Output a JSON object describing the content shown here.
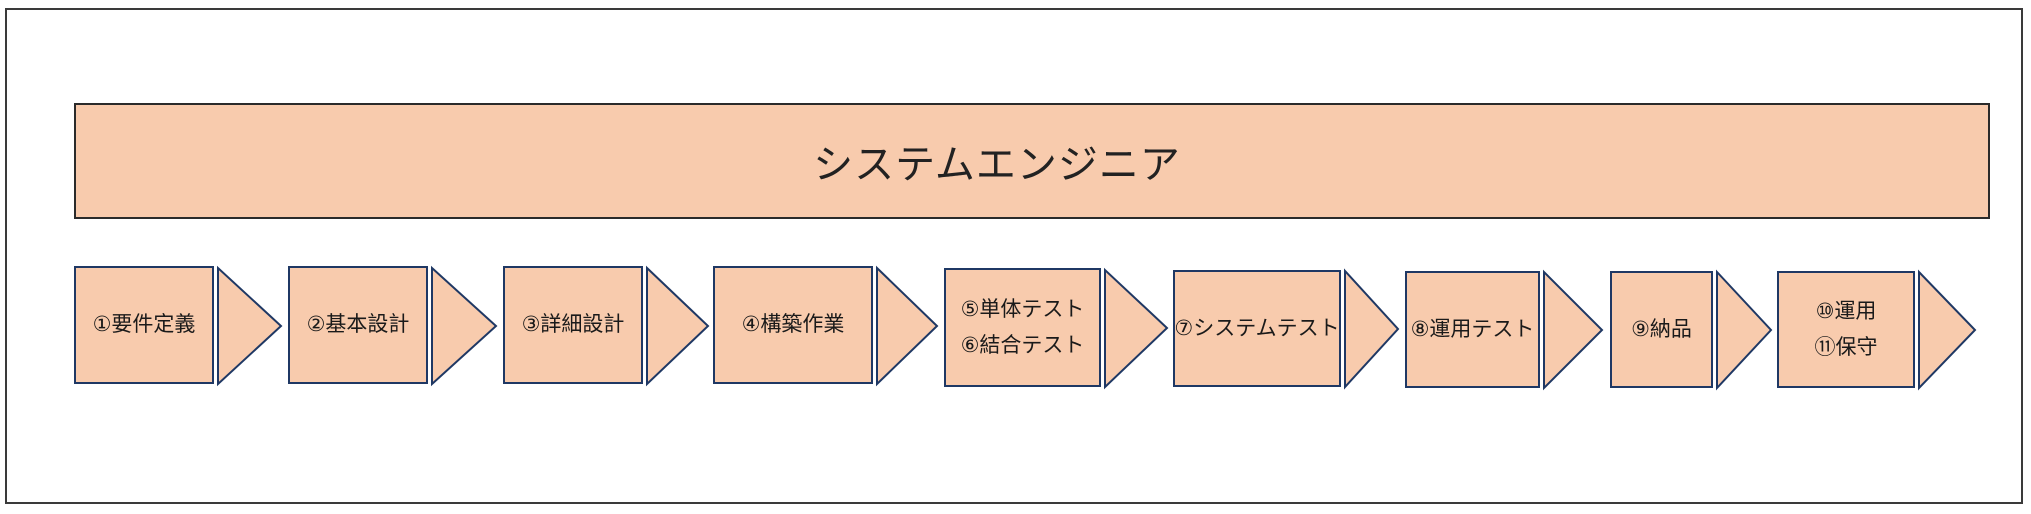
{
  "title": "システムエンジニア",
  "steps": [
    {
      "lines": [
        "①要件定義"
      ]
    },
    {
      "lines": [
        "②基本設計"
      ]
    },
    {
      "lines": [
        "③詳細設計"
      ]
    },
    {
      "lines": [
        "④構築作業"
      ]
    },
    {
      "lines": [
        "⑤単体テスト",
        "⑥結合テスト"
      ]
    },
    {
      "lines": [
        "⑦システムテスト"
      ]
    },
    {
      "lines": [
        "⑧運用テスト"
      ]
    },
    {
      "lines": [
        "⑨納品"
      ]
    },
    {
      "lines": [
        "⑩運用",
        "⑪保守"
      ]
    }
  ],
  "colors": {
    "fill": "#f8cbad",
    "outline": "#1f3864",
    "frame": "#3a3a3a"
  }
}
